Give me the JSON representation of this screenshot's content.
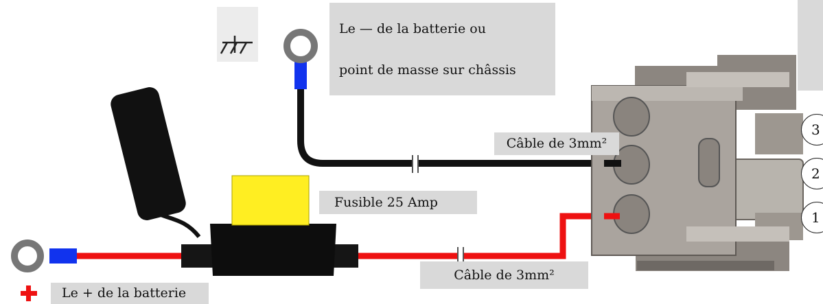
{
  "labels": {
    "ground_line1": "Le — de la batterie  ou",
    "ground_line2": "point de masse sur châssis",
    "cable_top": "Câble de 3mm²",
    "fuse": "Fusible 25 Amp",
    "cable_bottom": "Câble de 3mm²",
    "battery_plus_sign": "+",
    "battery_plus": "Le + de la batterie"
  },
  "pins": [
    "3",
    "2",
    "1"
  ],
  "colors": {
    "positive_wire": "#ee1111",
    "ground_wire": "#111111",
    "terminal_sleeve": "#1133ee",
    "fuse_blade": "#ffee22",
    "connector_body": "#a9a39d",
    "label_background": "#d9d9d9"
  }
}
